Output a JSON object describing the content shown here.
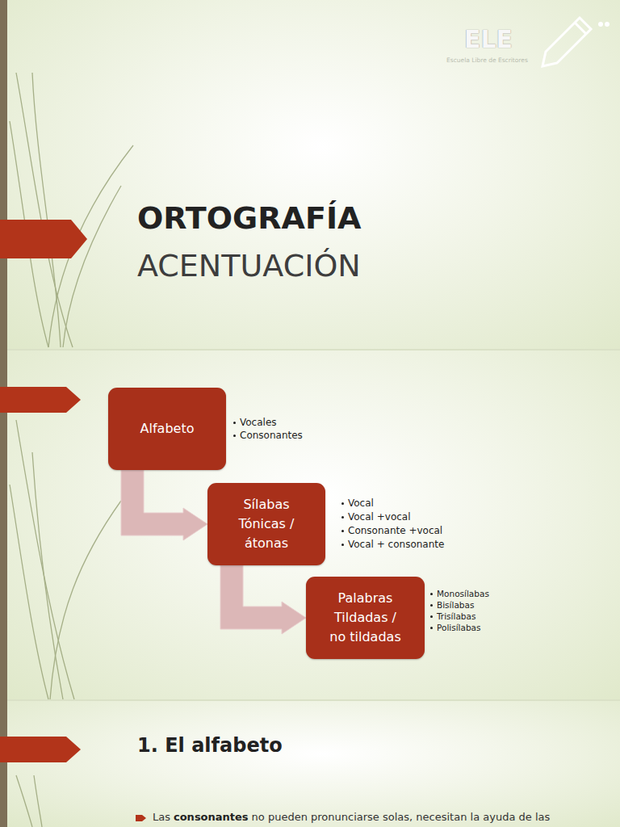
{
  "diagram": {
    "title": "ORTOGRAFÍA",
    "nodes": [
      {
        "text": [
          "Alfabeto"
        ]
      },
      {
        "text": [
          "Sílabas Tónicas / átonas"
        ]
      },
      {
        "text": [
          "Palabras Tildadas / no tildadas"
        ]
      }
    ],
    "edges": [
      {
        "from": 0,
        "to": 1,
        "arrow": "to"
      },
      {
        "from": 1,
        "to": 2,
        "arrow": "to"
      }
    ],
    "labels": [
      "ACENTUACIÓN",
      "ELE",
      "Escuela Libre de Escritores",
      "Vocales",
      "Consonantes",
      "Vocal",
      "Vocal +vocal",
      "Consonante +vocal",
      "Vocal + consonante",
      "Monosílabas",
      "Bisílabas",
      "Trisílabas",
      "Polisílabas",
      "1. El alfabeto",
      "Las",
      "consonantes",
      "no pueden pronunciarse solas, necesitan la ayuda de las"
    ]
  }
}
